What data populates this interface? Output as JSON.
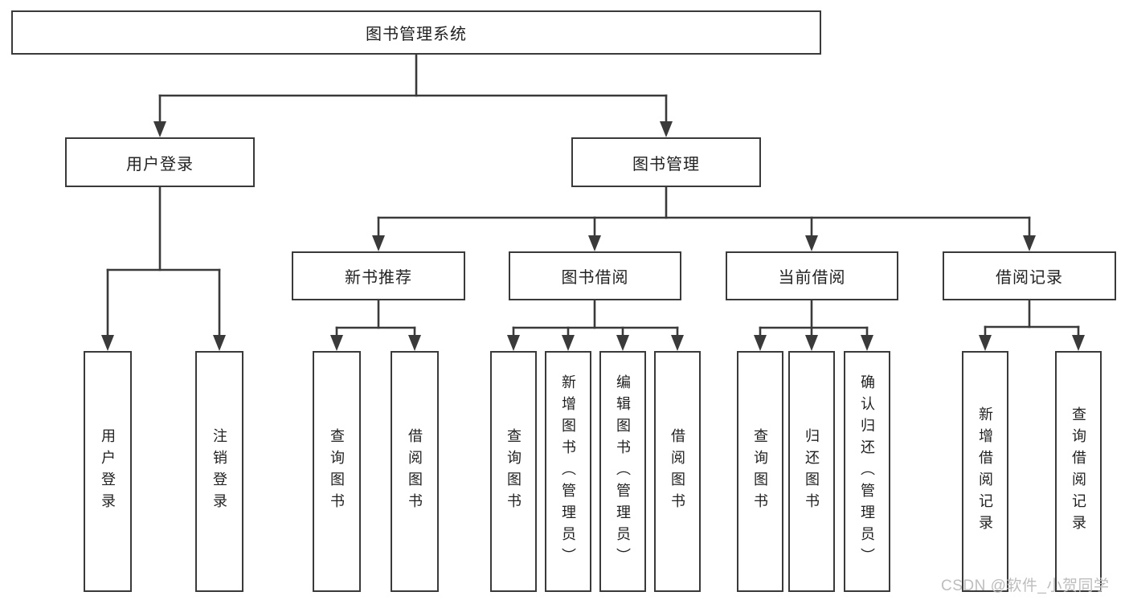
{
  "tree": {
    "label": "图书管理系统",
    "children": [
      {
        "label": "用户登录",
        "children": [
          {
            "label": "用户登录"
          },
          {
            "label": "注销登录"
          }
        ]
      },
      {
        "label": "图书管理",
        "children": [
          {
            "label": "新书推荐",
            "children": [
              {
                "label": "查询图书"
              },
              {
                "label": "借阅图书"
              }
            ]
          },
          {
            "label": "图书借阅",
            "children": [
              {
                "label": "查询图书"
              },
              {
                "label": "新增图书（管理员）"
              },
              {
                "label": "编辑图书（管理员）"
              },
              {
                "label": "借阅图书"
              }
            ]
          },
          {
            "label": "当前借阅",
            "children": [
              {
                "label": "查询图书"
              },
              {
                "label": "归还图书"
              },
              {
                "label": "确认归还（管理员）"
              }
            ]
          },
          {
            "label": "借阅记录",
            "children": [
              {
                "label": "新增借阅记录"
              },
              {
                "label": "查询借阅记录"
              }
            ]
          }
        ]
      }
    ]
  },
  "watermark": {
    "text": "CSDN @软件_小贺同学"
  },
  "colors": {
    "line": "#3a3a3a",
    "box_background": "#ffffff",
    "text": "#222222",
    "watermark_text": "#bdbdbd"
  }
}
